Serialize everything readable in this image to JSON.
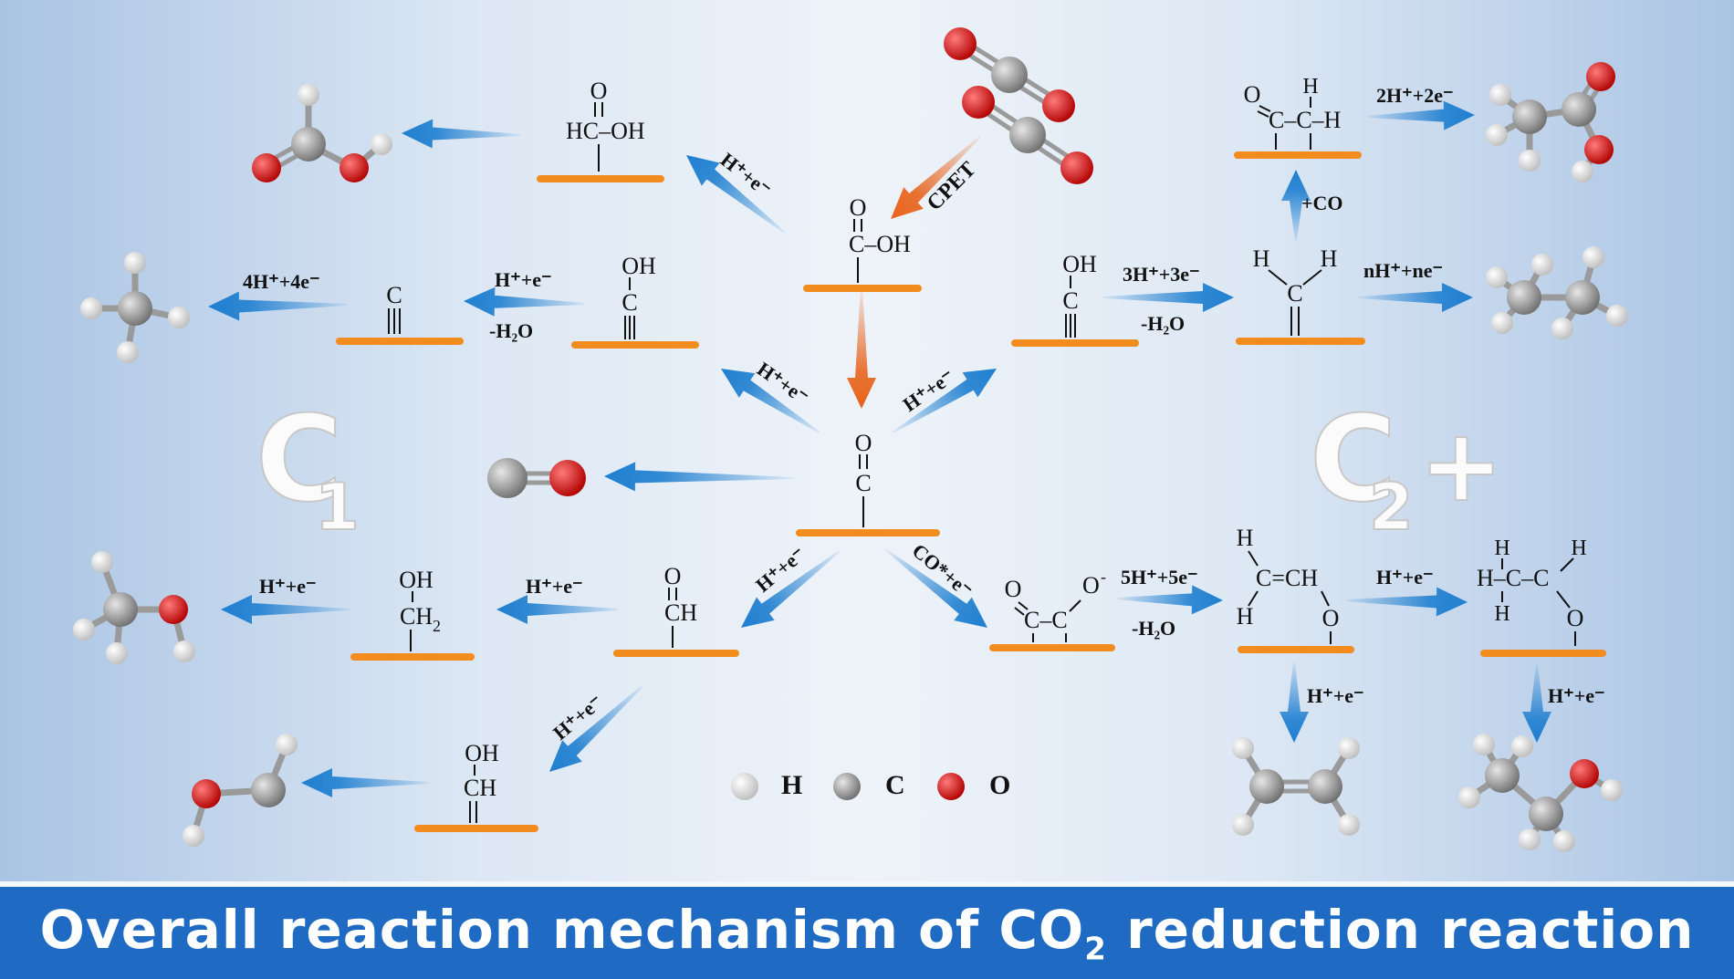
{
  "banner": {
    "title_before": "Overall reaction mechanism of CO",
    "title_sub": "2",
    "title_after": " reduction reaction"
  },
  "colors": {
    "substrate": "#f28c1e",
    "blue_arrow": "#1f7fd0",
    "orange_arrow": "#e8641c",
    "banner": "#1f6bc4",
    "atom_h": "#f2f2f2",
    "atom_c": "#9a9a9a",
    "atom_o": "#e01010"
  },
  "groups": {
    "c1": "C",
    "c1_sub": "1",
    "c2": "C",
    "c2_sub": "2",
    "c2_sup": "+"
  },
  "legend": {
    "h": "H",
    "c": "C",
    "o": "O"
  },
  "labels": {
    "cpet": "CPET",
    "he_ocooh_to_hcooh": "H⁺+e⁻",
    "he_co_left": "H⁺+e⁻",
    "he_co_right": "H⁺+e⁻",
    "he_to_cho": "H⁺+e⁻",
    "co_e_to_ococo": "CO*+e⁻",
    "he_to_choh": "H⁺+e⁻",
    "he_coh_to_c": "H⁺+e⁻",
    "h2o_coh_to_c": "-H₂O",
    "he4_to_ch4": "4H⁺+4e⁻",
    "he3": "3H⁺+3e⁻",
    "h2o_to_chch": "-H₂O",
    "plus_co": "+CO",
    "he2_to_acetic": "2H⁺+2e⁻",
    "nhe_to_ethane": "nH⁺+ne⁻",
    "he_cho_to_ch2oh": "H⁺+e⁻",
    "he_ch2oh_to_ch3oh": "H⁺+e⁻",
    "he5": "5H⁺+5e⁻",
    "h2o_ococo": "-H₂O",
    "he_vinyl_to_ethoxy": "H⁺+e⁻",
    "he_to_ethylene": "H⁺+e⁻",
    "he_to_ethanol": "H⁺+e⁻"
  },
  "intermediates": {
    "hcooh": {
      "o": "O",
      "main": "HC–OH"
    },
    "ocooh": {
      "o": "O",
      "main": "C–OH"
    },
    "coh_left": {
      "top": "OH",
      "c": "C"
    },
    "c_left": {
      "c": "C"
    },
    "coh_right": {
      "top": "OH",
      "c": "C"
    },
    "chch": {
      "h1": "H",
      "h2": "H",
      "c": "C"
    },
    "ochch": {
      "o": "O",
      "ch": "C–C–H",
      "h": "H"
    },
    "co": {
      "o": "O",
      "c": "C"
    },
    "cho": {
      "o": "O",
      "ch": "CH"
    },
    "ch2oh": {
      "oh": "OH",
      "ch2": "CH",
      "sub": "2"
    },
    "choh": {
      "oh": "OH",
      "ch": "CH"
    },
    "ococo": {
      "o1": "O",
      "cc": "C–C",
      "o2": "O",
      "charge": "-"
    },
    "vinyl": {
      "h1": "H",
      "ch": "C=CH",
      "h2": "H",
      "o": "O"
    },
    "ethoxy": {
      "h1": "H",
      "h2": "H",
      "h3": "H",
      "chain": "H–C–C",
      "o": "O"
    }
  }
}
